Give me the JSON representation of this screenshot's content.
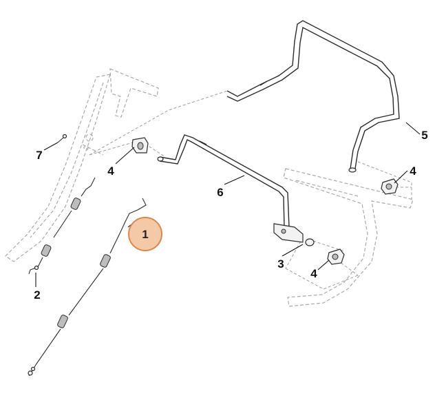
{
  "callouts": [
    {
      "id": "1",
      "label": "1",
      "highlighted": true
    },
    {
      "id": "2",
      "label": "2"
    },
    {
      "id": "3",
      "label": "3"
    },
    {
      "id": "4a",
      "label": "4"
    },
    {
      "id": "4b",
      "label": "4"
    },
    {
      "id": "4c",
      "label": "4"
    },
    {
      "id": "5",
      "label": "5"
    },
    {
      "id": "6",
      "label": "6"
    },
    {
      "id": "7",
      "label": "7"
    }
  ],
  "colors": {
    "highlight_fill": "#f3c9a8",
    "highlight_stroke": "#d9874e",
    "line": "#2a2a2a",
    "ghost_line": "#a8a8a8"
  }
}
